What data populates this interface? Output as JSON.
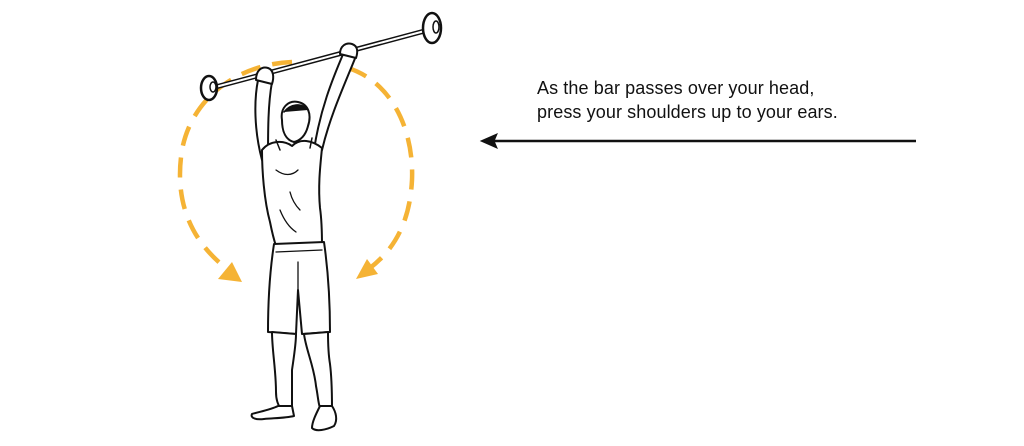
{
  "caption": {
    "line1": "As the bar passes over your head,",
    "line2": "press your shoulders up to your ears."
  },
  "colors": {
    "rotation_arrows": "#f5b335",
    "ink": "#111111",
    "background": "#ffffff"
  },
  "icons": {
    "pointer": "left-arrow",
    "rotation": "dashed-circular-arrows"
  }
}
